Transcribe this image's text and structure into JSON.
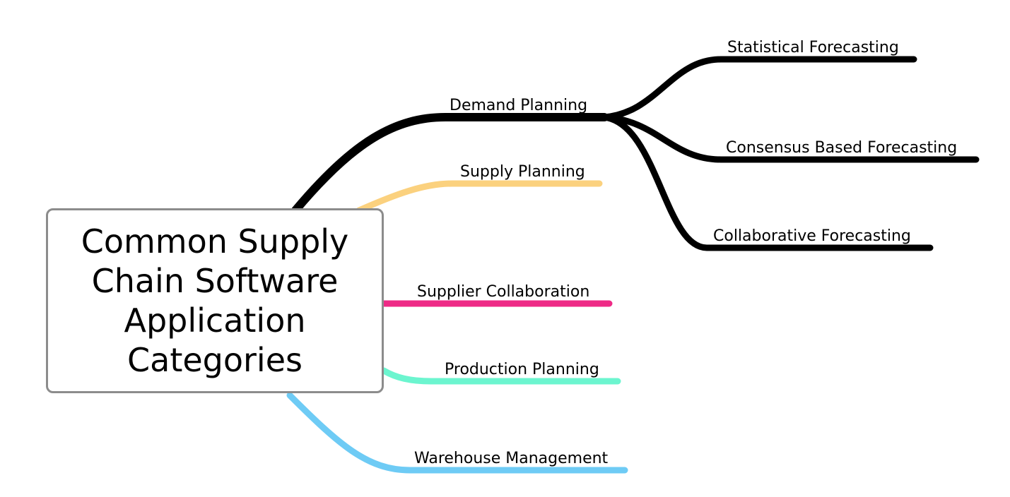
{
  "root": {
    "lines": [
      "Common Supply",
      "Chain Software",
      "Application",
      "Categories"
    ]
  },
  "branches": [
    {
      "label": "Demand Planning",
      "color": "#000000"
    },
    {
      "label": "Supply Planning",
      "color": "#fbd17e"
    },
    {
      "label": "Supplier Collaboration",
      "color": "#ee2a86"
    },
    {
      "label": "Production Planning",
      "color": "#6cf5cf"
    },
    {
      "label": "Warehouse Management",
      "color": "#6ecbf5"
    }
  ],
  "sub_branches": [
    {
      "label": "Statistical Forecasting",
      "color": "#000000"
    },
    {
      "label": "Consensus Based Forecasting",
      "color": "#000000"
    },
    {
      "label": "Collaborative Forecasting",
      "color": "#000000"
    }
  ]
}
